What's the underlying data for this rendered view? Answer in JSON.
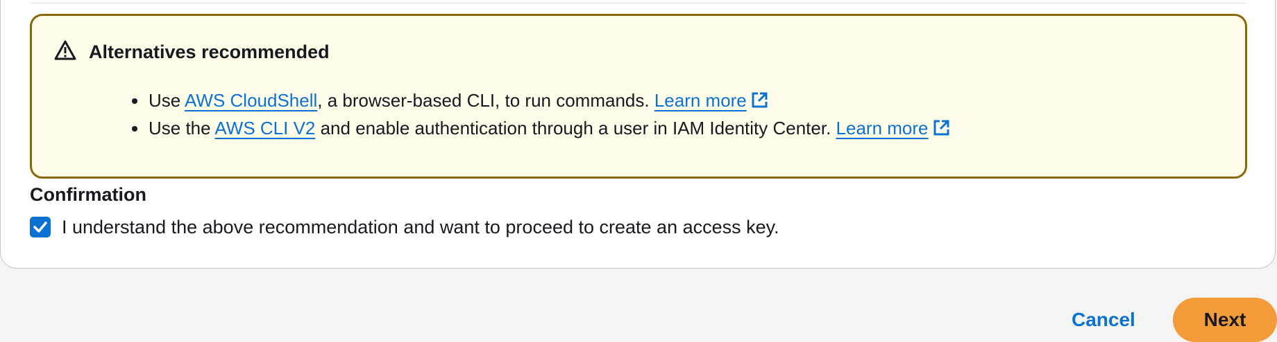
{
  "alert": {
    "icon": "warning-icon",
    "heading": "Alternatives recommended",
    "items": [
      {
        "prefix": "Use ",
        "link_text": "AWS CloudShell",
        "suffix": ", a browser-based CLI, to run commands. ",
        "learn_more": "Learn more"
      },
      {
        "prefix": "Use the ",
        "link_text": "AWS CLI V2",
        "suffix": " and enable authentication through a user in IAM Identity Center. ",
        "learn_more": "Learn more"
      }
    ]
  },
  "confirmation": {
    "title": "Confirmation",
    "checkbox_checked": true,
    "checkbox_label": "I understand the above recommendation and want to proceed to create an access key."
  },
  "actions": {
    "cancel_label": "Cancel",
    "next_label": "Next"
  },
  "colors": {
    "link": "#0972d3",
    "alert_border": "#8d6605",
    "alert_bg": "#fffce9",
    "primary_button": "#f29b38"
  }
}
